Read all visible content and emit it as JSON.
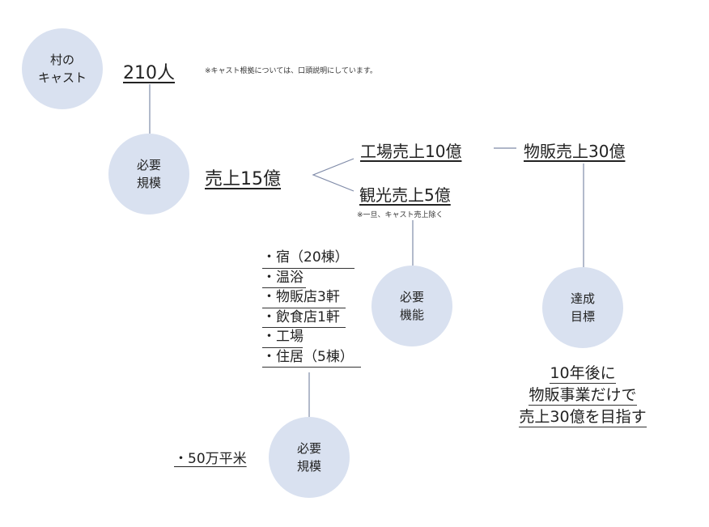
{
  "circles": {
    "village_cast": {
      "line1": "村の",
      "line2": "キャスト"
    },
    "required_scale_top": {
      "line1": "必要",
      "line2": "規模"
    },
    "required_function": {
      "line1": "必要",
      "line2": "機能"
    },
    "goal": {
      "line1": "達成",
      "line2": "目標"
    },
    "required_scale_bottom": {
      "line1": "必要",
      "line2": "規模"
    }
  },
  "labels": {
    "cast_count": "210人",
    "cast_note": "※キャスト根拠については、口頭説明にしています。",
    "sales_total": "売上15億",
    "factory_sales": "工場売上10億",
    "merch_sales": "物販売上30億",
    "tourism_sales": "観光売上5億",
    "tourism_note": "※一旦、キャスト売上除く",
    "area": "・50万平米"
  },
  "functions": [
    "・宿（20棟）",
    "・温浴",
    "・物販店3軒",
    "・飲食店1軒",
    "・工場",
    "・住居（5棟）"
  ],
  "goal_text": [
    "10年後に",
    "物販事業だけで",
    "売上30億を目指す"
  ],
  "colors": {
    "circle_fill": "#d9e1f0",
    "line": "#7f8ba8"
  }
}
